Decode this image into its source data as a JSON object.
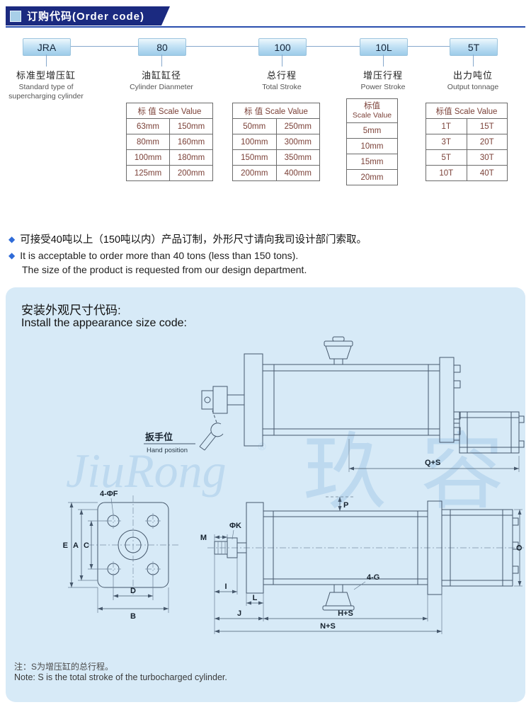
{
  "header": {
    "title": "订购代码(Order code)"
  },
  "order_code": {
    "segments": [
      {
        "code": "JRA",
        "label_cn": "标准型增压缸",
        "label_en": "Standard type of supercharging cylinder"
      },
      {
        "code": "80",
        "label_cn": "油缸缸径",
        "label_en": "Cylinder Dianmeter"
      },
      {
        "code": "100",
        "label_cn": "总行程",
        "label_en": "Total Stroke"
      },
      {
        "code": "10L",
        "label_cn": "增压行程",
        "label_en": "Power Stroke"
      },
      {
        "code": "5T",
        "label_cn": "出力吨位",
        "label_en": "Output tonnage"
      }
    ]
  },
  "tables": {
    "cylinder_diameter": {
      "header": "标 值 Scale Value",
      "rows": [
        [
          "63mm",
          "150mm"
        ],
        [
          "80mm",
          "160mm"
        ],
        [
          "100mm",
          "180mm"
        ],
        [
          "125mm",
          "200mm"
        ]
      ]
    },
    "total_stroke": {
      "header": "标 值 Scale Value",
      "rows": [
        [
          "50mm",
          "250mm"
        ],
        [
          "100mm",
          "300mm"
        ],
        [
          "150mm",
          "350mm"
        ],
        [
          "200mm",
          "400mm"
        ]
      ]
    },
    "power_stroke": {
      "header_cn": "标值",
      "header_en": "Scale Value",
      "rows": [
        "5mm",
        "10mm",
        "15mm",
        "20mm"
      ]
    },
    "output_tonnage": {
      "header": "标值 Scale Value",
      "rows": [
        [
          "1T",
          "15T"
        ],
        [
          "3T",
          "20T"
        ],
        [
          "5T",
          "30T"
        ],
        [
          "10T",
          "40T"
        ]
      ]
    }
  },
  "notes": {
    "bullet_icon": "◆",
    "cn": "可接受40吨以上（150吨以内）产品订制，外形尺寸请向我司设计部门索取。",
    "en_line1": "It is acceptable to order more than 40 tons (less than 150 tons).",
    "en_line2": "The size of the product is requested from our design department."
  },
  "panel": {
    "title_cn": "安装外观尺寸代码:",
    "title_en": "Install the appearance size code:",
    "hand_position_cn": "扳手位",
    "hand_position_en": "Hand position",
    "watermark_cn": "玖容",
    "watermark_en": "JiuRong",
    "registered": "®",
    "dims": {
      "q_s": "Q+S",
      "four_f": "4-ΦF",
      "phi_k": "ΦK",
      "p": "P",
      "m": "M",
      "e": "E",
      "a": "A",
      "c": "C",
      "d": "D",
      "b": "B",
      "i": "I",
      "l": "L",
      "j": "J",
      "h_s": "H+S",
      "n_s": "N+S",
      "o": "O",
      "four_g": "4-G"
    },
    "note_cn": "注：S为增压缸的总行程。",
    "note_en": "Note: S is the total stroke of the turbocharged cylinder."
  }
}
